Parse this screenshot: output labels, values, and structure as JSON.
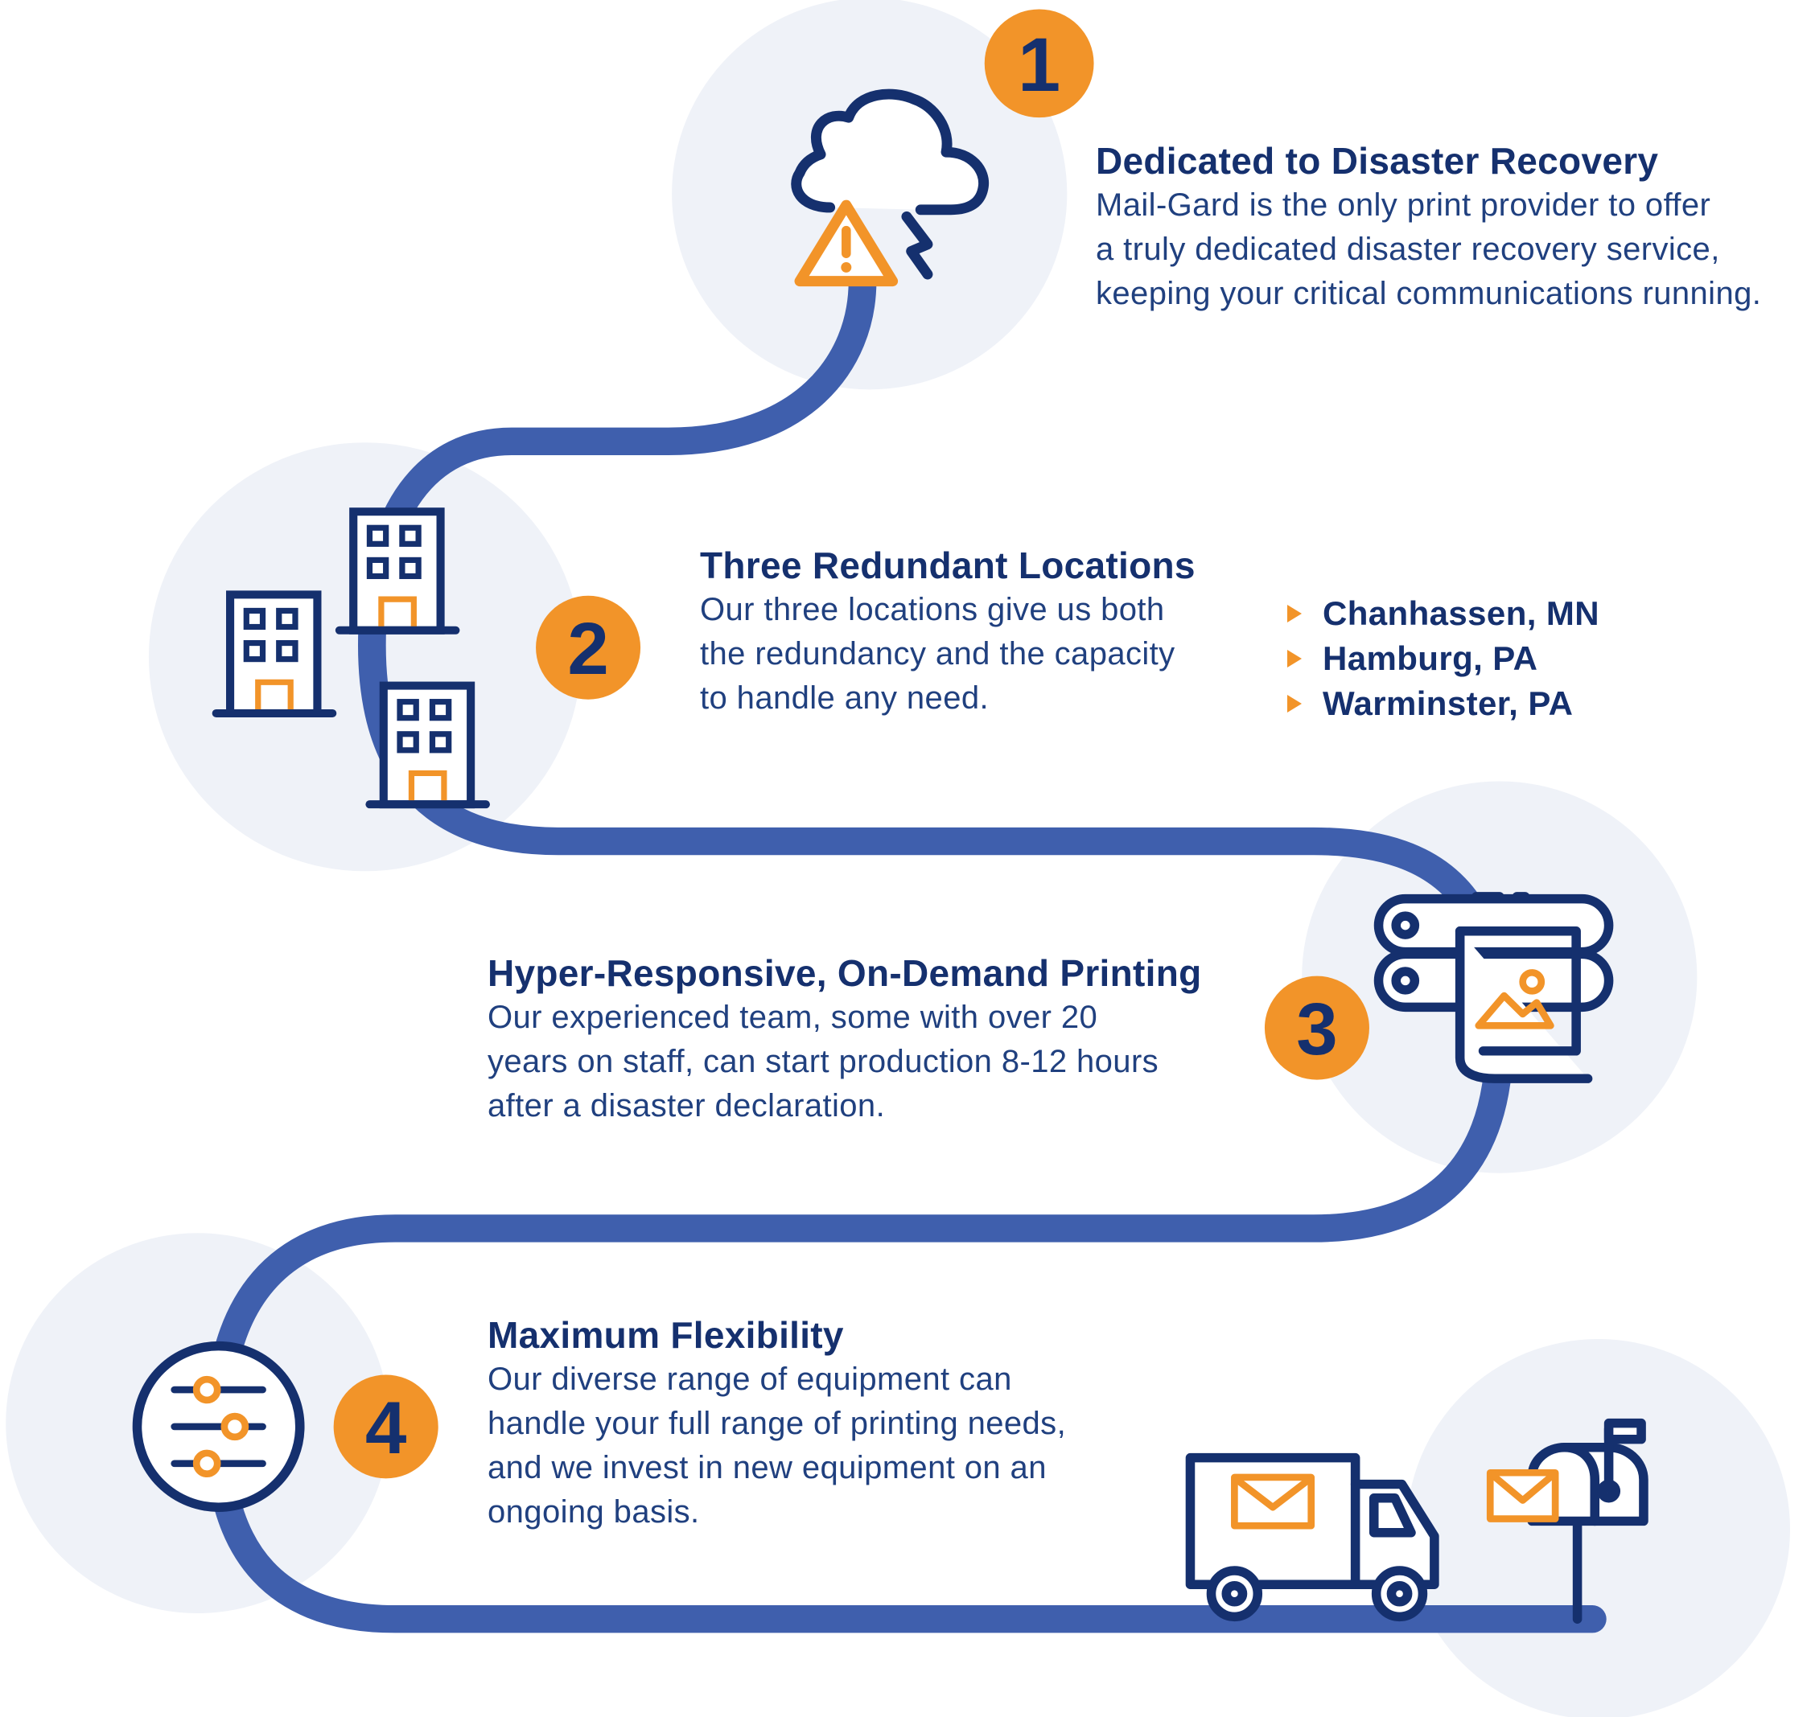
{
  "steps": [
    {
      "number": "1",
      "title": "Dedicated to Disaster Recovery",
      "lines": [
        "Mail-Gard is the only print provider to offer",
        "a truly dedicated disaster recovery service,",
        "keeping your critical communications running."
      ]
    },
    {
      "number": "2",
      "title": "Three Redundant Locations",
      "lines": [
        "Our three locations give us both",
        "the redundancy and the capacity",
        "to handle any need."
      ],
      "locations": [
        "Chanhassen, MN",
        "Hamburg, PA",
        "Warminster, PA"
      ]
    },
    {
      "number": "3",
      "title": "Hyper-Responsive, On-Demand Printing",
      "lines": [
        "Our experienced team, some with over 20",
        "years on staff, can start production 8-12 hours",
        "after a disaster declaration."
      ]
    },
    {
      "number": "4",
      "title": "Maximum Flexibility",
      "lines": [
        "Our diverse range of equipment can",
        "handle your full range of printing needs,",
        "and we invest in new equipment on an",
        "ongoing basis."
      ]
    }
  ],
  "colors": {
    "path": "#3f5fad",
    "navy": "#15306e",
    "orange": "#f29429",
    "circle_bg": "#eff2f8"
  },
  "icons": [
    "cloud-warning-icon",
    "buildings-icon",
    "printer-roll-icon",
    "sliders-icon",
    "delivery-truck-icon",
    "mailbox-icon"
  ]
}
